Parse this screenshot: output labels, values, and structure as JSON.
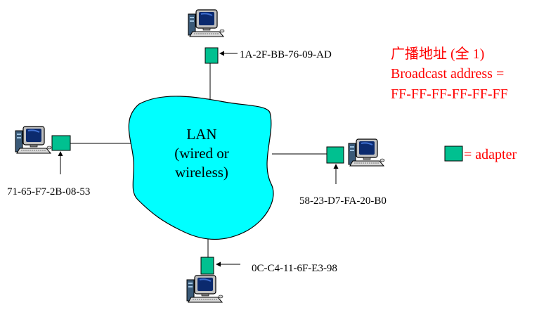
{
  "lan": {
    "line1": "LAN",
    "line2": "(wired or",
    "line3": "wireless)"
  },
  "nodes": {
    "top": {
      "mac": "1A-2F-BB-76-09-AD"
    },
    "left": {
      "mac": "71-65-F7-2B-08-53"
    },
    "right": {
      "mac": "58-23-D7-FA-20-B0"
    },
    "bottom": {
      "mac": "0C-C4-11-6F-E3-98"
    }
  },
  "broadcast": {
    "line1": "广播地址 (全 1)",
    "line2": "Broadcast address =",
    "line3": "FF-FF-FF-FF-FF-FF"
  },
  "legend": {
    "adapter_label": "= adapter"
  },
  "colors": {
    "lan_fill": "#00ffff",
    "adapter_fill": "#00c090",
    "annotation": "#ff0000"
  },
  "icons": {
    "computer": "computer-icon",
    "adapter": "adapter-icon"
  }
}
